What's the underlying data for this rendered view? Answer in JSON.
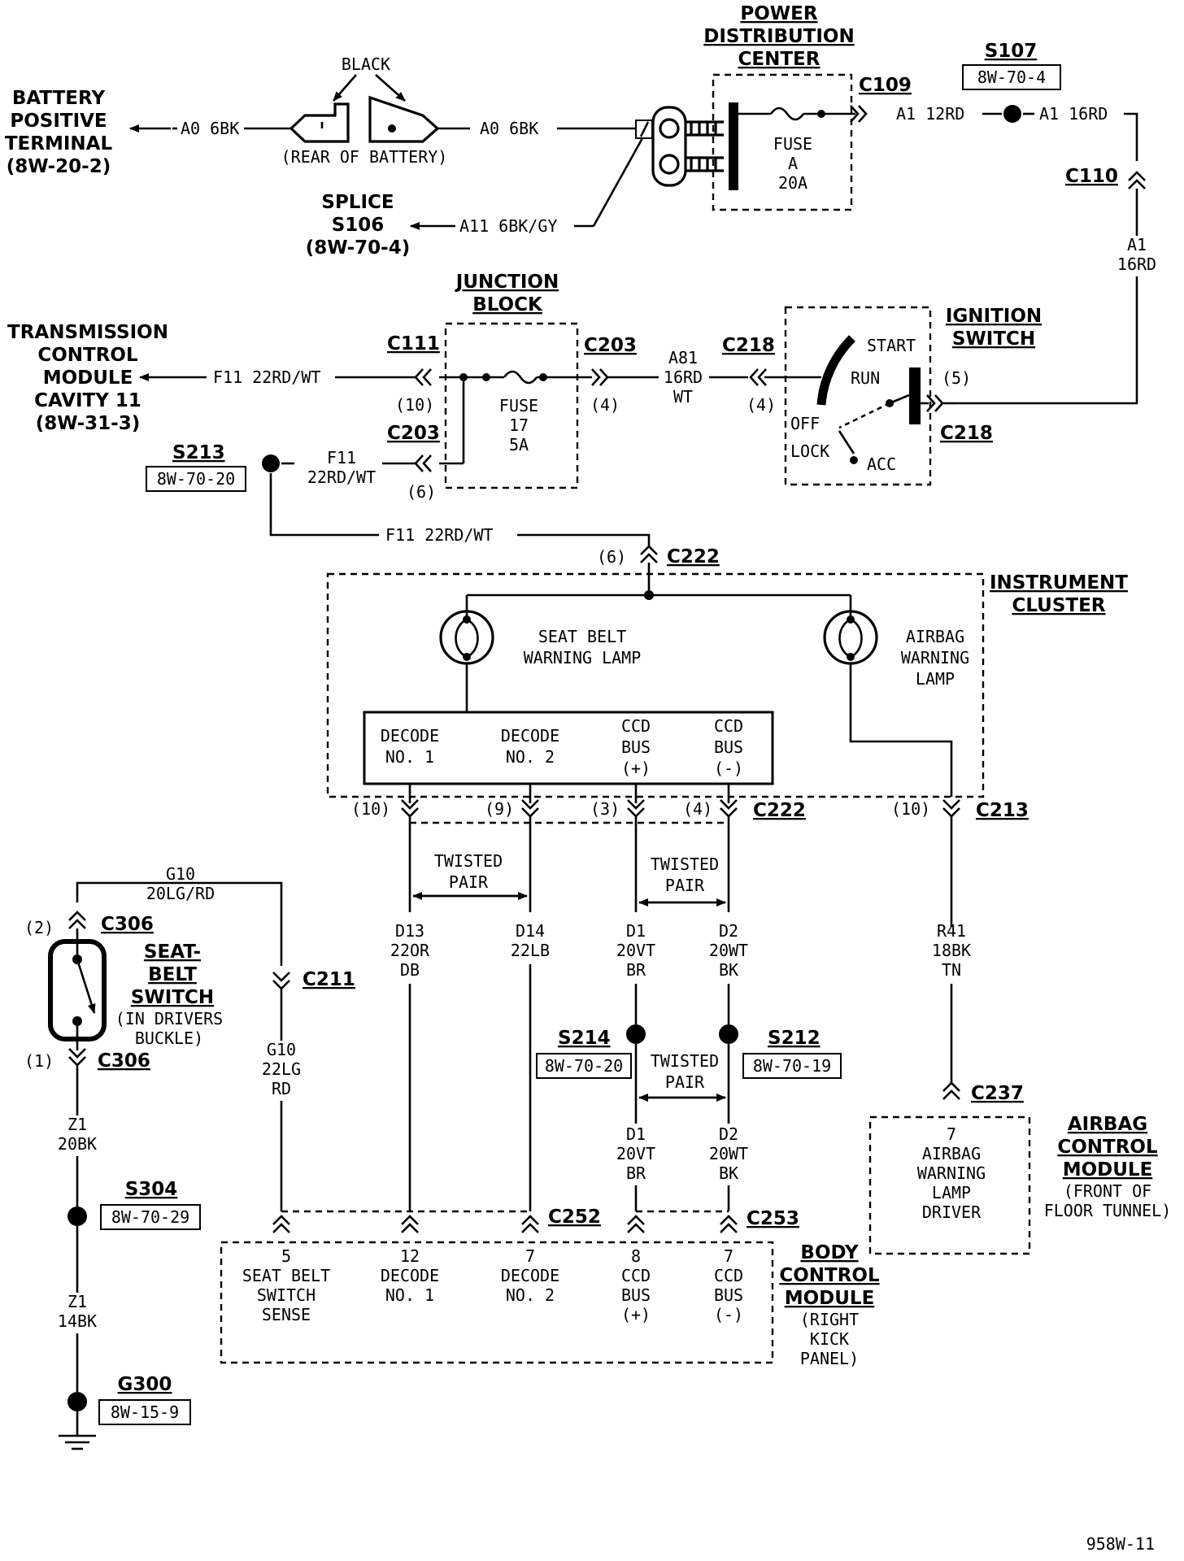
{
  "labels": {
    "battery": [
      "BATTERY",
      "POSITIVE",
      "TERMINAL",
      "(8W-20-2)"
    ],
    "black": "BLACK",
    "rear_of_battery": "(REAR OF BATTERY)",
    "a0_left": "A0 6BK",
    "a0_right": "A0 6BK",
    "pdc_title": [
      "POWER",
      "DISTRIBUTION",
      "CENTER"
    ],
    "pdc_fuse": [
      "FUSE",
      "A",
      "20A"
    ],
    "c109": "C109",
    "a1_12rd": "A1 12RD",
    "a1_16rd": "A1 16RD",
    "s107": "S107",
    "s107_ref": "8W-70-4",
    "c110": "C110",
    "a1_16rd_vert": [
      "A1",
      "16RD"
    ],
    "splice": [
      "SPLICE",
      "S106",
      "(8W-70-4)"
    ],
    "a11": "A11 6BK/GY",
    "jb_title": [
      "JUNCTION",
      "BLOCK"
    ],
    "jb_fuse": [
      "FUSE",
      "17",
      "5A"
    ],
    "c111": "C111",
    "c111_pin": "(10)",
    "c203_top": "C203",
    "c203_top_pin": "(4)",
    "c203_bot": "C203",
    "c203_bot_pin": "(6)",
    "tcm": [
      "TRANSMISSION",
      "CONTROL",
      "MODULE",
      "CAVITY 11",
      "(8W-31-3)"
    ],
    "f11_top": "F11 22RD/WT",
    "a81": [
      "A81",
      "16RD",
      "WT"
    ],
    "c218_left": "C218",
    "c218_left_pin": "(4)",
    "ign_title": [
      "IGNITION",
      "SWITCH"
    ],
    "ign_pos": {
      "start": "START",
      "run": "RUN",
      "off": "OFF",
      "lock": "LOCK",
      "acc": "ACC"
    },
    "c218_right": "C218",
    "c218_right_pin": "(5)",
    "s213": "S213",
    "s213_ref": "8W-70-20",
    "f11_mid": [
      "F11",
      "22RD/WT"
    ],
    "f11_bottom": "F11 22RD/WT",
    "c222_top": "C222",
    "c222_top_pin": "(6)",
    "ic_title": [
      "INSTRUMENT",
      "CLUSTER"
    ],
    "seatbelt_lamp": [
      "SEAT BELT",
      "WARNING LAMP"
    ],
    "airbag_lamp": [
      "AIRBAG",
      "WARNING",
      "LAMP"
    ],
    "decoder": [
      [
        "DECODE",
        "NO. 1"
      ],
      [
        "DECODE",
        "NO. 2"
      ],
      [
        "CCD",
        "BUS",
        "(+)"
      ],
      [
        "CCD",
        "BUS",
        "(-)"
      ]
    ],
    "c222_pins": [
      "(10)",
      "(9)",
      "(3)",
      "(4)"
    ],
    "c222_bot": "C222",
    "c213_pin": "(10)",
    "c213": "C213",
    "twisted": [
      "TWISTED",
      "PAIR"
    ],
    "d13": [
      "D13",
      "22OR",
      "DB"
    ],
    "d14": [
      "D14",
      "22LB"
    ],
    "d1": [
      "D1",
      "20VT",
      "BR"
    ],
    "d2": [
      "D2",
      "20WT",
      "BK"
    ],
    "r41": [
      "R41",
      "18BK",
      "TN"
    ],
    "g10_top": [
      "G10",
      "20LG/RD"
    ],
    "c306_top": "C306",
    "c306_top_pin": "(2)",
    "seatbelt_switch": [
      "SEAT-",
      "BELT",
      "SWITCH"
    ],
    "seatbelt_switch_sub": [
      "(IN DRIVERS",
      "BUCKLE)"
    ],
    "c306_bot": "C306",
    "c306_bot_pin": "(1)",
    "c211": "C211",
    "g10_bot": [
      "G10",
      "22LG",
      "RD"
    ],
    "s214": "S214",
    "s214_ref": "8W-70-20",
    "s212": "S212",
    "s212_ref": "8W-70-19",
    "c237": "C237",
    "abcm_box": [
      "7",
      "AIRBAG",
      "WARNING",
      "LAMP",
      "DRIVER"
    ],
    "abcm_title": [
      "AIRBAG",
      "CONTROL",
      "MODULE"
    ],
    "abcm_sub": [
      "(FRONT OF",
      "FLOOR TUNNEL)"
    ],
    "z1_top": [
      "Z1",
      "20BK"
    ],
    "s304": "S304",
    "s304_ref": "8W-70-29",
    "z1_bot": [
      "Z1",
      "14BK"
    ],
    "g300": "G300",
    "g300_ref": "8W-15-9",
    "c252": "C252",
    "c253": "C253",
    "bcm_pins": [
      [
        "5",
        "SEAT BELT",
        "SWITCH",
        "SENSE"
      ],
      [
        "12",
        "DECODE",
        "NO. 1"
      ],
      [
        "7",
        "DECODE",
        "NO. 2"
      ],
      [
        "8",
        "CCD",
        "BUS",
        "(+)"
      ],
      [
        "7",
        "CCD",
        "BUS",
        "(-)"
      ]
    ],
    "bcm_title": [
      "BODY",
      "CONTROL",
      "MODULE"
    ],
    "bcm_sub": [
      "(RIGHT",
      "KICK",
      "PANEL)"
    ],
    "figure_id": "958W-11"
  }
}
